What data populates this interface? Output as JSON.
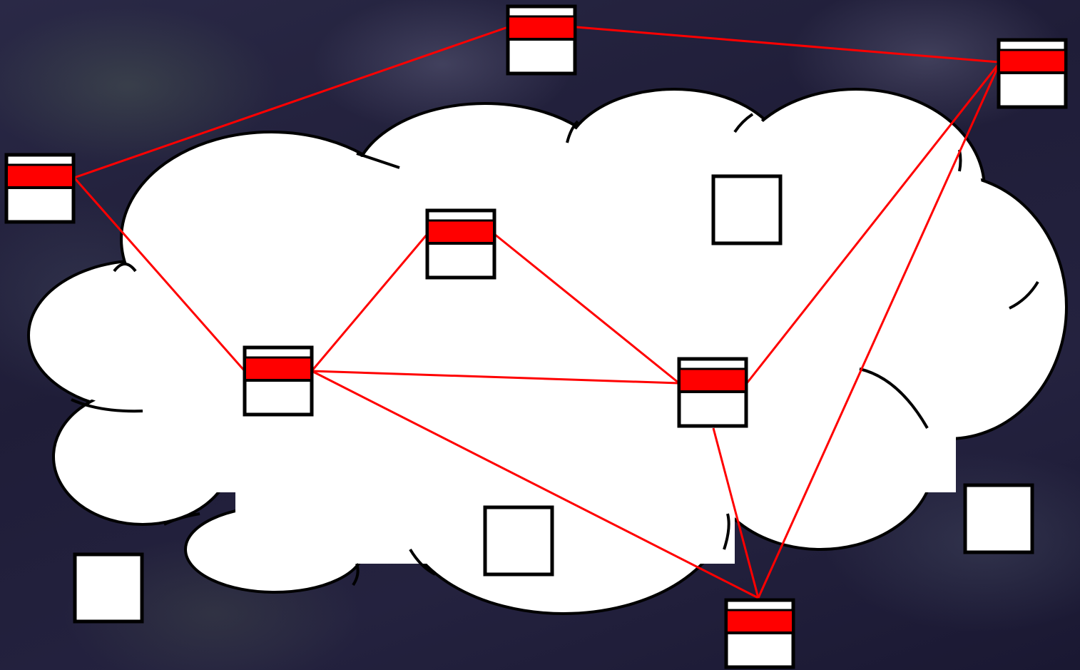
{
  "colors": {
    "background": "#1f1d38",
    "cloud_fill": "#ffffff",
    "outline": "#000000",
    "link": "#ff0000",
    "band": "#ff0000",
    "node_fill": "#ffffff"
  },
  "background_image": "aerial-campus-photo-darkened",
  "cloud": "cloud-shape",
  "nodes": [
    {
      "id": "n-top",
      "kind": "active-server"
    },
    {
      "id": "n-topright",
      "kind": "active-server"
    },
    {
      "id": "n-left",
      "kind": "active-server"
    },
    {
      "id": "n-midtop",
      "kind": "active-server"
    },
    {
      "id": "n-center",
      "kind": "active-server"
    },
    {
      "id": "n-right",
      "kind": "active-server"
    },
    {
      "id": "n-bottom",
      "kind": "active-server"
    },
    {
      "id": "n-idle-upper-right",
      "kind": "idle-server"
    },
    {
      "id": "n-idle-lower-center",
      "kind": "idle-server"
    },
    {
      "id": "n-idle-lower-left",
      "kind": "idle-server"
    },
    {
      "id": "n-idle-lower-right",
      "kind": "idle-server"
    }
  ],
  "links": [
    [
      "n-top",
      "n-topright"
    ],
    [
      "n-top",
      "n-left"
    ],
    [
      "n-left",
      "n-center"
    ],
    [
      "n-center",
      "n-midtop"
    ],
    [
      "n-midtop",
      "n-right"
    ],
    [
      "n-center",
      "n-right"
    ],
    [
      "n-center",
      "n-bottom"
    ],
    [
      "n-right",
      "n-bottom"
    ],
    [
      "n-right",
      "n-topright"
    ],
    [
      "n-topright",
      "n-bottom"
    ]
  ]
}
